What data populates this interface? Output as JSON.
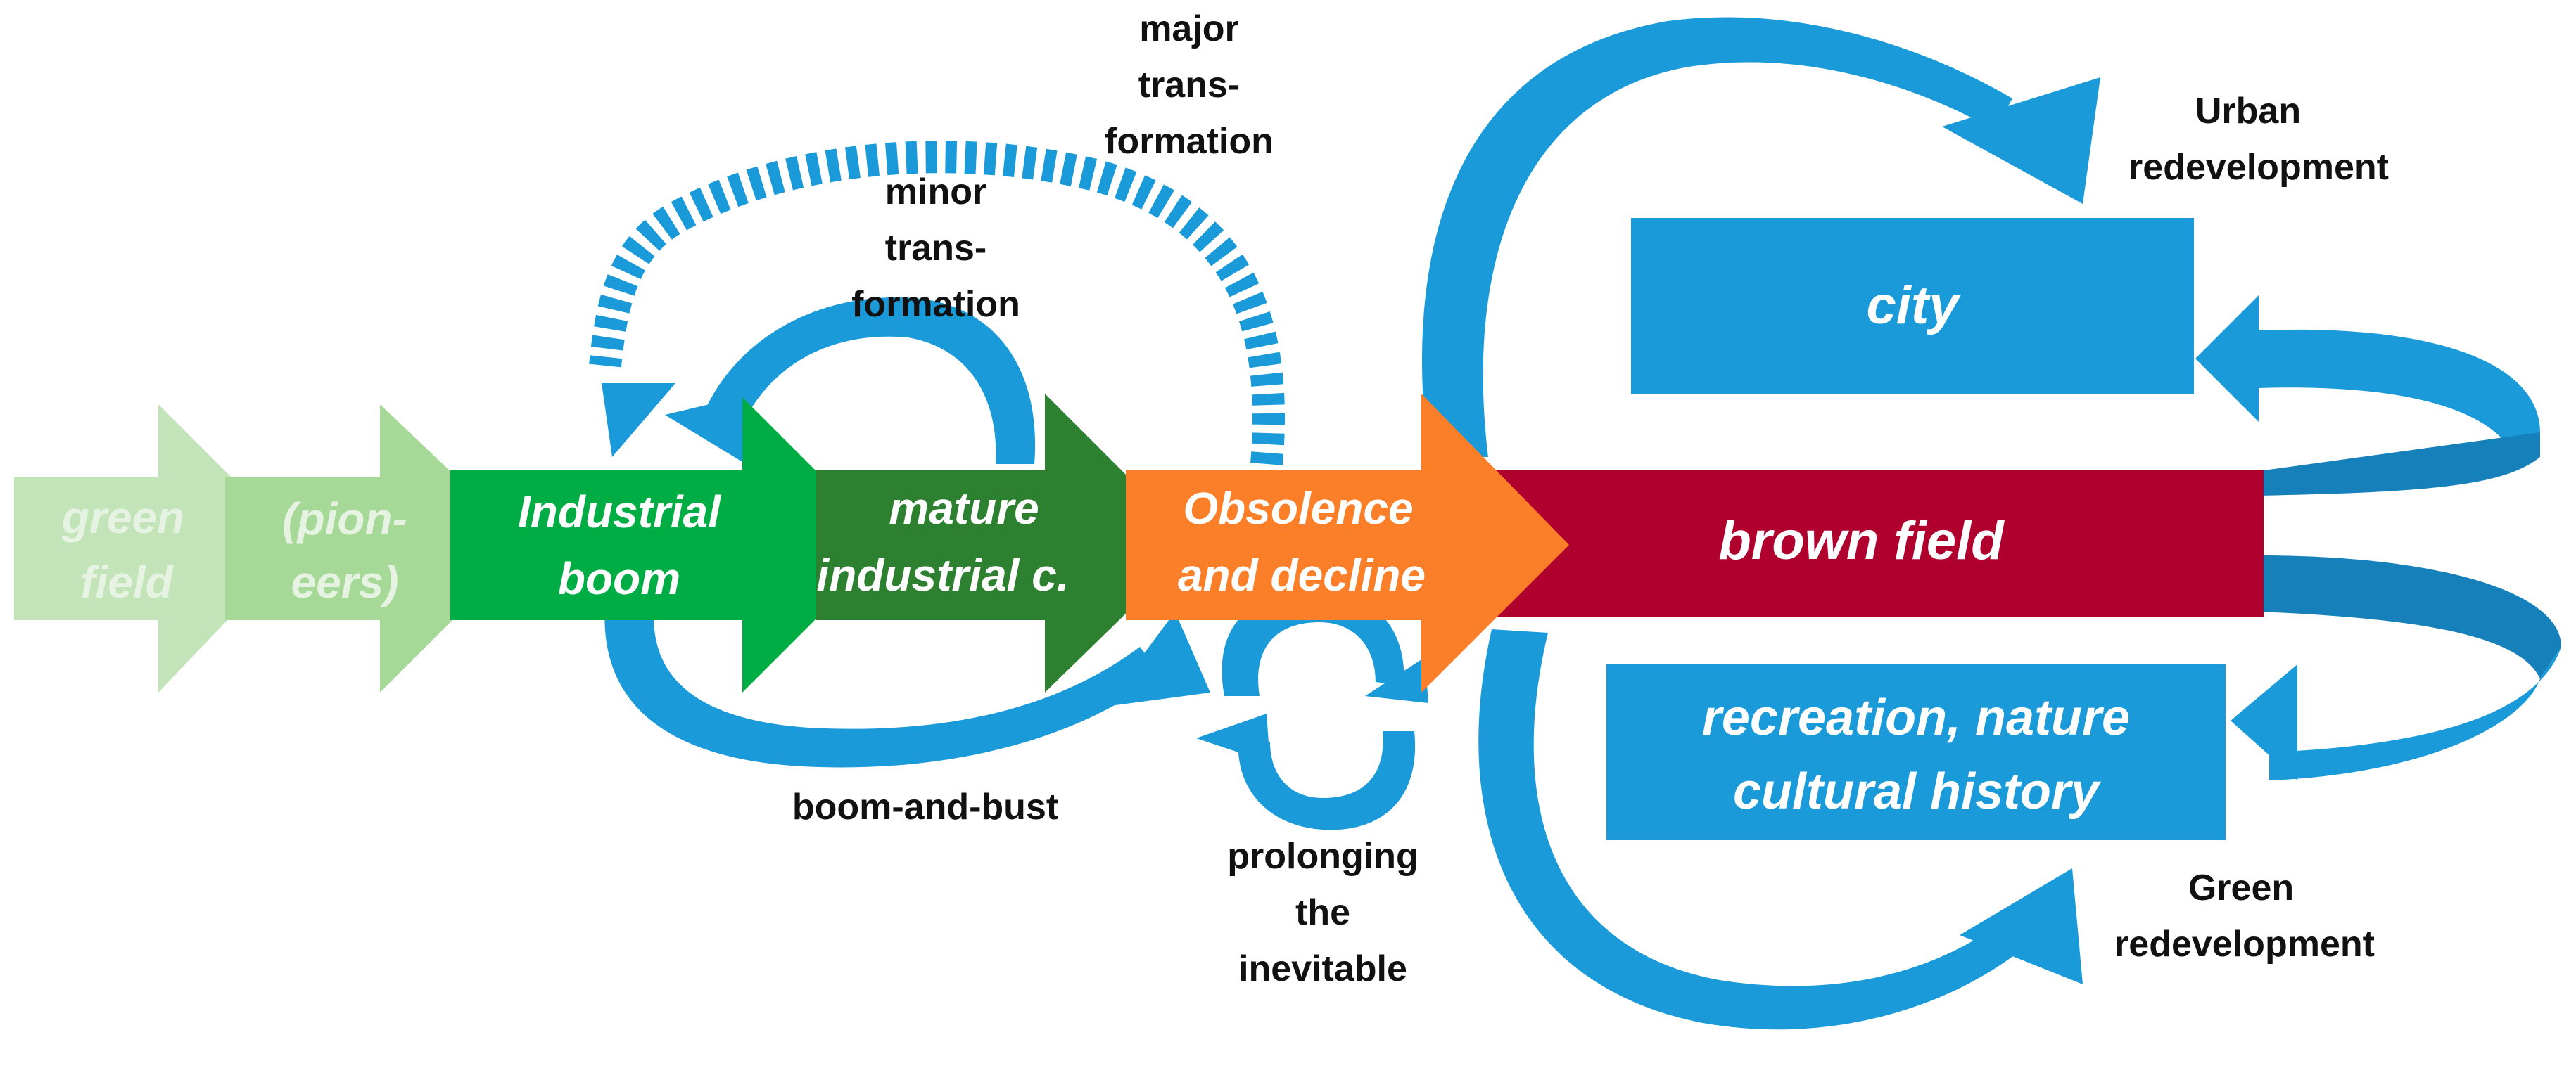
{
  "stages": {
    "green_field": [
      "green",
      "field"
    ],
    "pioneers": [
      "(pion-",
      "eers)"
    ],
    "industrial_boom": [
      "Industrial",
      "boom"
    ],
    "mature_industrial": [
      "mature",
      "industrial c."
    ],
    "obsolence": [
      "Obsolence",
      "and decline"
    ],
    "brown_field": "brown field"
  },
  "outcomes": {
    "city": "city",
    "recreation": [
      "recreation, nature",
      "cultural history"
    ]
  },
  "labels": {
    "major": [
      "major",
      "trans-",
      "formation"
    ],
    "minor": [
      "minor",
      "trans-",
      "formation"
    ],
    "boom_bust": "boom-and-bust",
    "prolonging": [
      "prolonging",
      "the",
      "inevitable"
    ],
    "urban": [
      "Urban",
      "redevelopment"
    ],
    "green_redev": [
      "Green",
      "redevelopment"
    ]
  },
  "colors": {
    "green_field": "#c2e4b8",
    "pioneers": "#a6d997",
    "industrial_boom": "#00ad45",
    "mature_industrial": "#2e8031",
    "obsolence": "#fa7f28",
    "brown_field": "#b0002e",
    "loop_blue": "#1a9ad8",
    "loop_blue_dark": "#1680ba"
  }
}
